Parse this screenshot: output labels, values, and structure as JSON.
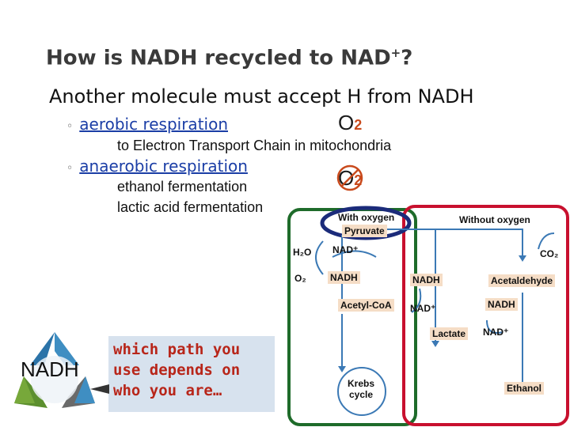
{
  "slide": {
    "title_main": "How is NADH recycled to NAD",
    "title_sup": "+",
    "title_end": "?",
    "bullet_marker": "",
    "bullet_text": "Another molecule must accept H from NADH",
    "sub_marker": "◦",
    "aerobic": "aerobic respiration",
    "aerobic_detail": "to Electron Transport Chain in mitochondria",
    "anaerobic": "anaerobic respiration",
    "ethanol": "ethanol fermentation",
    "lactic": "lactic acid fermentation",
    "o2_letter": "O",
    "o2_sub": "2",
    "callout": "which path you use depends on who you are…",
    "logo_text": "NADH"
  },
  "diagram": {
    "with_oxygen": "With oxygen",
    "without_oxygen": "Without oxygen",
    "pyruvate": "Pyruvate",
    "h2o": "H₂O",
    "o2": "O₂",
    "nad_plus": "NAD⁺",
    "nadh": "NADH",
    "acetyl_coa": "Acetyl-CoA",
    "krebs": "Krebs cycle",
    "lactate": "Lactate",
    "co2": "CO₂",
    "acetaldehyde": "Acetaldehyde",
    "ethanol": "Ethanol"
  },
  "colors": {
    "green_border": "#1e6b2a",
    "red_border": "#c8102e",
    "navy_oval": "#1b2b7a",
    "box_fill": "#f5ddc6",
    "arrow_blue": "#3b79b5"
  }
}
